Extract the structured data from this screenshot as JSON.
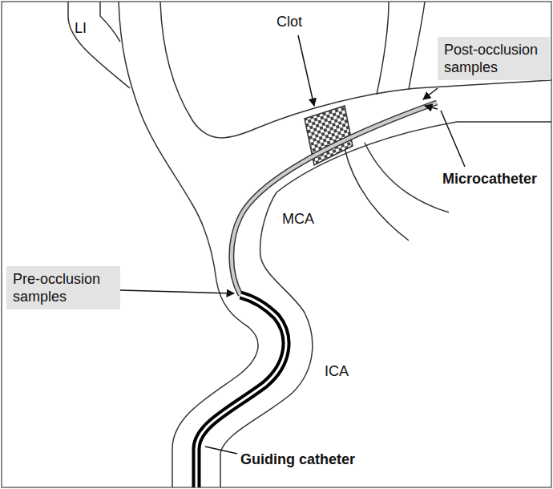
{
  "diagram": {
    "nodes": [
      {
        "text": [
          "Post-occlusion samples"
        ]
      },
      {
        "text": [
          "Pre-occlusion samples"
        ]
      }
    ],
    "labels": [
      "LI",
      "Clot",
      "MCA",
      "Microcatheter",
      "ICA",
      "Guiding catheter"
    ]
  }
}
